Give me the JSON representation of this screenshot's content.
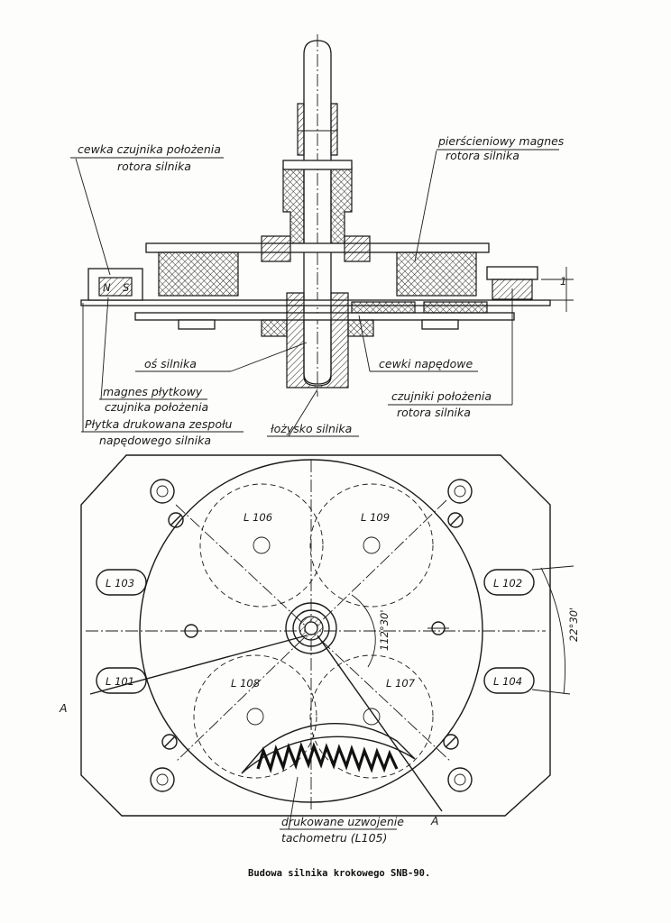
{
  "labels": {
    "cewka_line1": "cewka czujnika położenia",
    "cewka_line2": "rotora silnika",
    "magnes_ring_line1": "pierścieniowy magnes",
    "magnes_ring_line2": "rotora silnika",
    "os": "oś silnika",
    "magnes_plytkowy_line1": "magnes płytkowy",
    "magnes_plytkowy_line2": "czujnika położenia",
    "plytka_line1": "Płytka drukowana zespołu",
    "plytka_line2": "napędowego silnika",
    "cewki_napedowe": "cewki napędowe",
    "czujniki_line1": "czujniki położenia",
    "czujniki_line2": "rotora silnika",
    "lozysko": "łożysko silnika",
    "drukowane_line1": "drukowane uzwojenie",
    "drukowane_line2": "tachometru (L105)",
    "section_a_left": "A",
    "section_a_right": "A",
    "magnet_n": "N",
    "magnet_s": "S",
    "dim_gap": "1",
    "angle_112": "112°30'",
    "angle_22": "22°30'"
  },
  "coils": {
    "l106": "L 106",
    "l109": "L 109",
    "l108": "L 108",
    "l107": "L 107"
  },
  "sensors": {
    "l103": "L 103",
    "l101": "L 101",
    "l102": "L 102",
    "l104": "L 104"
  },
  "caption": "Budowa silnika krokowego SNB-90."
}
